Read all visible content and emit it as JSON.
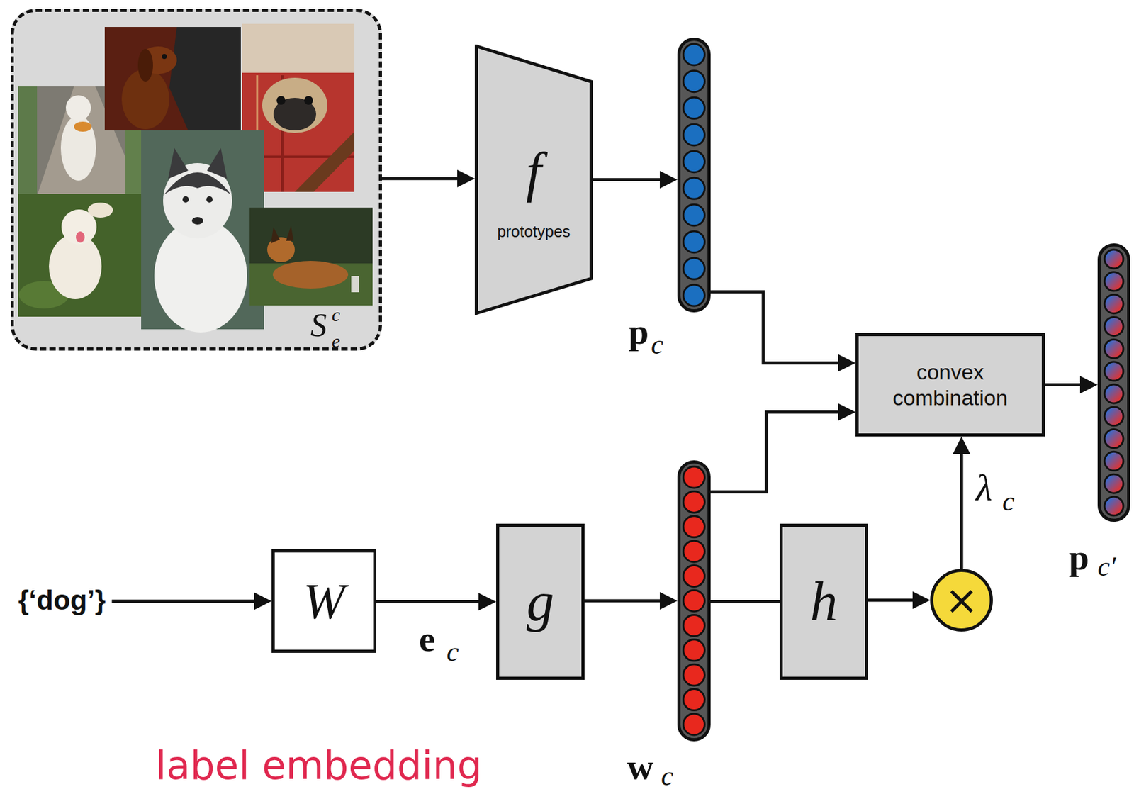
{
  "diagram": {
    "nodes": [
      {
        "text": [
          "S",
          "e",
          "c"
        ]
      },
      {
        "text": [
          "f",
          "prototypes"
        ]
      },
      {
        "text": [
          "p",
          "c"
        ]
      },
      {
        "text": [
          "convex combination"
        ]
      },
      {
        "text": [
          "p",
          "c′"
        ]
      },
      {
        "text": [
          "{‘dog’}"
        ]
      },
      {
        "text": [
          "W"
        ]
      },
      {
        "text": [
          "g"
        ]
      },
      {
        "text": [
          "w",
          "c"
        ]
      },
      {
        "text": [
          "h"
        ]
      },
      {
        "text": [
          "×"
        ]
      }
    ],
    "edges": [
      {
        "from": 0,
        "to": 1,
        "arrow": "to"
      },
      {
        "from": 1,
        "to": 2,
        "arrow": "to"
      },
      {
        "from": 2,
        "to": 3,
        "arrow": "to"
      },
      {
        "from": 8,
        "to": 3,
        "arrow": "to"
      },
      {
        "from": 3,
        "to": 4,
        "arrow": "to"
      },
      {
        "from": 5,
        "to": 6,
        "arrow": "to"
      },
      {
        "from": 6,
        "to": 7,
        "arrow": "to"
      },
      {
        "from": 7,
        "to": 8,
        "arrow": "to"
      },
      {
        "from": 8,
        "to": 9,
        "arrow": "none"
      },
      {
        "from": 9,
        "to": 10,
        "arrow": "to"
      },
      {
        "from": 10,
        "to": 3,
        "arrow": "to"
      }
    ],
    "labels": [
      "e",
      "c",
      "λ",
      "c",
      "label embedding"
    ]
  }
}
